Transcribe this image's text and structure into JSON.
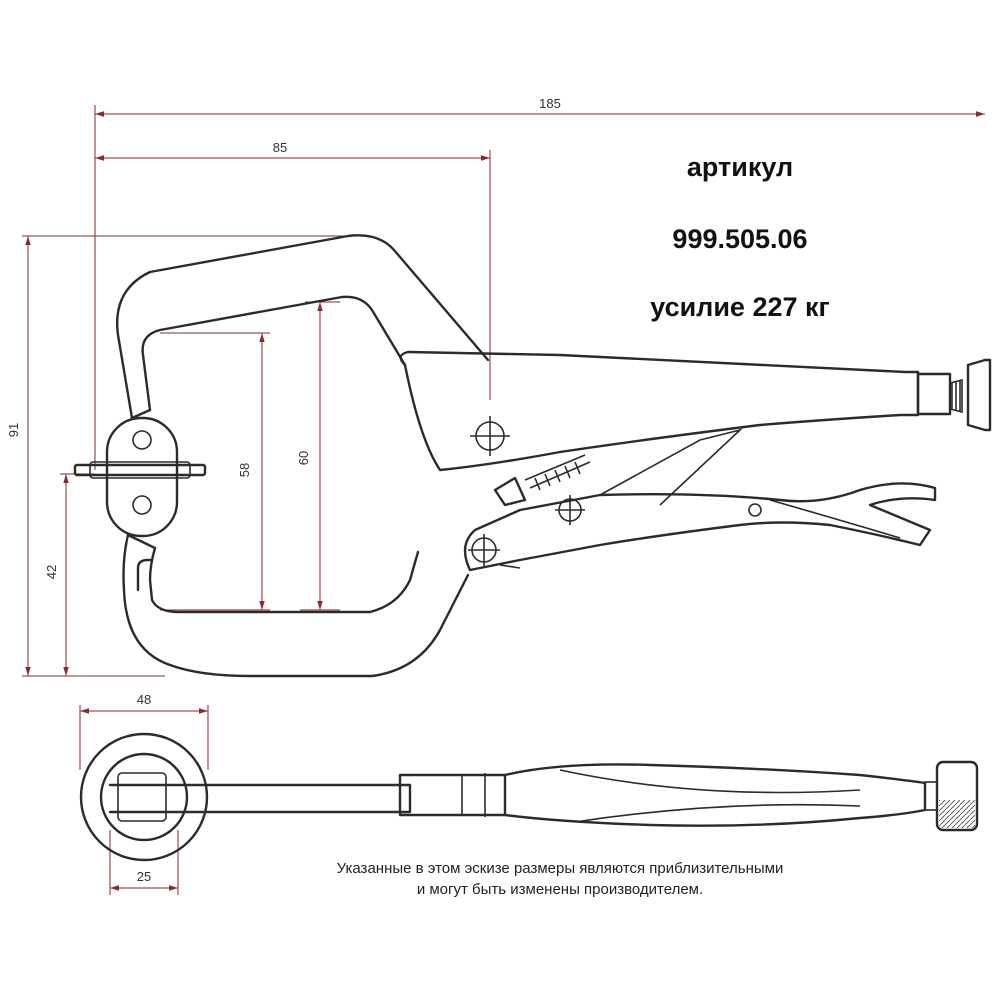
{
  "header": {
    "article_label": "артикул",
    "article_number": "999.505.06",
    "force": "усилие 227 кг"
  },
  "dimensions": {
    "total_length": "185",
    "jaw_offset": "85",
    "total_height": "91",
    "lower_height": "42",
    "throat_depth": "58",
    "jaw_opening": "60",
    "pad_outer": "48",
    "pad_inner": "25"
  },
  "note": {
    "line1": "Указанные в этом эскизе размеры являются приблизительными",
    "line2": "и могут быть изменены производителем."
  }
}
